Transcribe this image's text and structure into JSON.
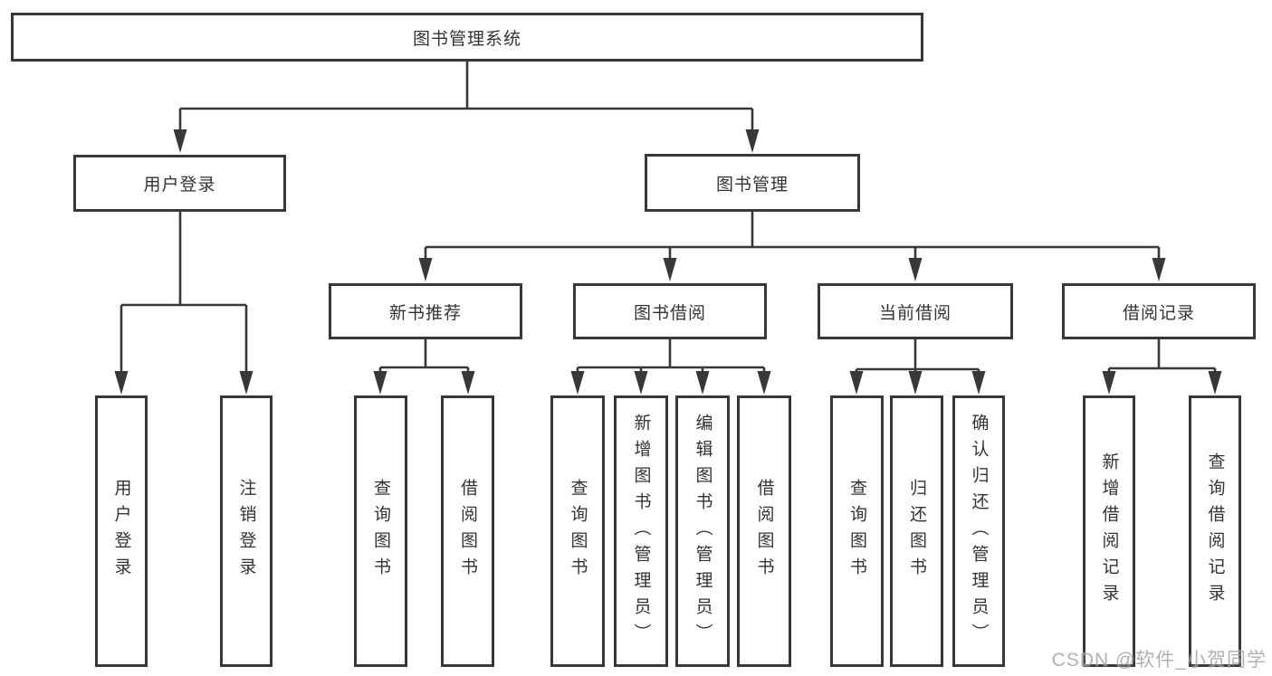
{
  "colors": {
    "line": "#383838",
    "text": "#333333",
    "background": "#ffffff",
    "watermark": "#9e9e9e"
  },
  "watermark": "CSDN @软件_小贺同学",
  "tree": {
    "root": {
      "label": "图书管理系统"
    },
    "branches": [
      {
        "label": "用户登录",
        "children": [
          {
            "label": "用户登录"
          },
          {
            "label": "注销登录"
          }
        ]
      },
      {
        "label": "图书管理",
        "children": [
          {
            "label": "新书推荐",
            "children": [
              {
                "label": "查询图书"
              },
              {
                "label": "借阅图书"
              }
            ]
          },
          {
            "label": "图书借阅",
            "children": [
              {
                "label": "查询图书"
              },
              {
                "label": "新增图书（管理员）"
              },
              {
                "label": "编辑图书（管理员）"
              },
              {
                "label": "借阅图书"
              }
            ]
          },
          {
            "label": "当前借阅",
            "children": [
              {
                "label": "查询图书"
              },
              {
                "label": "归还图书"
              },
              {
                "label": "确认归还（管理员）"
              }
            ]
          },
          {
            "label": "借阅记录",
            "children": [
              {
                "label": "新增借阅记录"
              },
              {
                "label": "查询借阅记录"
              }
            ]
          }
        ]
      }
    ]
  }
}
